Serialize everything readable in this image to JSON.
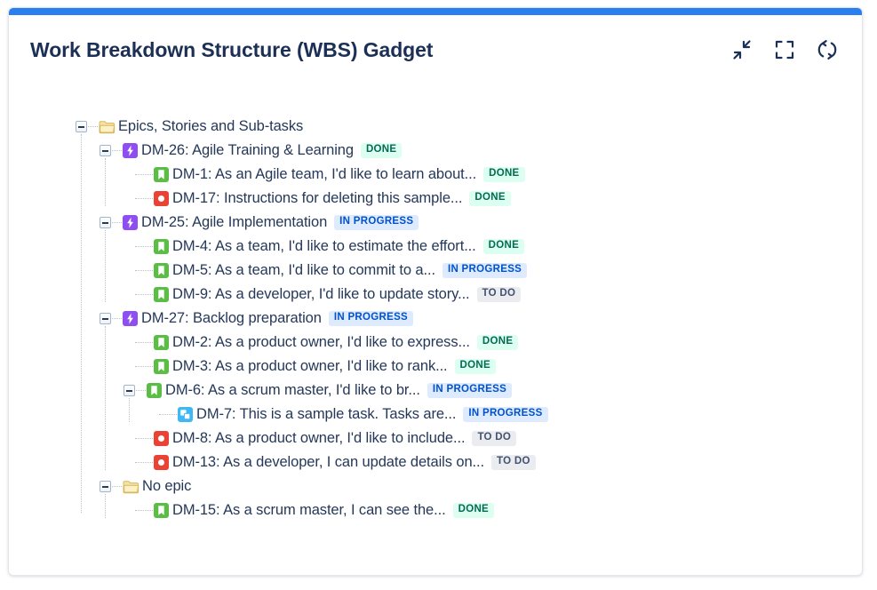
{
  "card": {
    "accent_color": "#2a7ef0",
    "title": "Work Breakdown Structure (WBS) Gadget",
    "actions": [
      {
        "name": "collapse-icon",
        "label": "Collapse"
      },
      {
        "name": "fullscreen-icon",
        "label": "Fullscreen"
      },
      {
        "name": "refresh-icon",
        "label": "Refresh"
      }
    ]
  },
  "status_colors": {
    "done_bg": "#dcfff1",
    "done_text": "#036b52",
    "in_progress_bg": "#deebff",
    "in_progress_text": "#0052cc",
    "to_do_bg": "#ebecf0",
    "to_do_text": "#42526e"
  },
  "type_colors": {
    "epic": "#8f4ef0",
    "story": "#5bbd45",
    "bug": "#ea4335",
    "subtask": "#3db8f5",
    "folder": "#f2d98c"
  },
  "tree": {
    "rows": [
      {
        "key": "",
        "label": "Epics, Stories and Sub-tasks",
        "text": "Epics, Stories and Sub-tasks",
        "icon": "folder-icon",
        "type": "folder",
        "depth": 0,
        "toggle": "minus",
        "status": ""
      },
      {
        "key": "DM-26",
        "label": "Agile Training & Learning",
        "text": "DM-26: Agile Training & Learning",
        "icon": "epic-icon",
        "type": "epic",
        "depth": 1,
        "toggle": "minus",
        "status": "DONE",
        "status_class": "badge-done"
      },
      {
        "key": "DM-1",
        "label": "As an Agile team, I'd like to learn about...",
        "text": "DM-1: As an Agile team, I'd like to learn about...",
        "icon": "story-icon",
        "type": "story",
        "depth": 2,
        "toggle": "none",
        "status": "DONE",
        "status_class": "badge-done"
      },
      {
        "key": "DM-17",
        "label": "Instructions for deleting this sample...",
        "text": "DM-17: Instructions for deleting this sample...",
        "icon": "bug-icon",
        "type": "bug",
        "depth": 2,
        "toggle": "none",
        "status": "DONE",
        "status_class": "badge-done"
      },
      {
        "key": "DM-25",
        "label": "Agile Implementation",
        "text": "DM-25: Agile Implementation",
        "icon": "epic-icon",
        "type": "epic",
        "depth": 1,
        "toggle": "minus",
        "status": "IN PROGRESS",
        "status_class": "badge-inprogress"
      },
      {
        "key": "DM-4",
        "label": "As a team, I'd like to estimate the effort...",
        "text": "DM-4: As a team, I'd like to estimate the effort...",
        "icon": "story-icon",
        "type": "story",
        "depth": 2,
        "toggle": "none",
        "status": "DONE",
        "status_class": "badge-done"
      },
      {
        "key": "DM-5",
        "label": "As a team, I'd like to commit to a...",
        "text": "DM-5: As a team, I'd like to commit to a...",
        "icon": "story-icon",
        "type": "story",
        "depth": 2,
        "toggle": "none",
        "status": "IN PROGRESS",
        "status_class": "badge-inprogress"
      },
      {
        "key": "DM-9",
        "label": "As a developer, I'd like to update story...",
        "text": "DM-9: As a developer, I'd like to update story...",
        "icon": "story-icon",
        "type": "story",
        "depth": 2,
        "toggle": "none",
        "status": "TO DO",
        "status_class": "badge-todo"
      },
      {
        "key": "DM-27",
        "label": "Backlog preparation",
        "text": "DM-27: Backlog preparation",
        "icon": "epic-icon",
        "type": "epic",
        "depth": 1,
        "toggle": "minus",
        "status": "IN PROGRESS",
        "status_class": "badge-inprogress"
      },
      {
        "key": "DM-2",
        "label": "As a product owner, I'd like to express...",
        "text": "DM-2: As a product owner, I'd like to express...",
        "icon": "story-icon",
        "type": "story",
        "depth": 2,
        "toggle": "none",
        "status": "DONE",
        "status_class": "badge-done"
      },
      {
        "key": "DM-3",
        "label": "As a product owner, I'd like to rank...",
        "text": "DM-3: As a product owner, I'd like to rank...",
        "icon": "story-icon",
        "type": "story",
        "depth": 2,
        "toggle": "none",
        "status": "DONE",
        "status_class": "badge-done"
      },
      {
        "key": "DM-6",
        "label": "As a scrum master, I'd like to br...",
        "text": "DM-6: As a scrum master, I'd like to br...",
        "icon": "story-icon",
        "type": "story",
        "depth": 2,
        "toggle": "minus",
        "status": "IN PROGRESS",
        "status_class": "badge-inprogress"
      },
      {
        "key": "DM-7",
        "label": "This is a sample task. Tasks are...",
        "text": "DM-7: This is a sample task. Tasks are...",
        "icon": "subtask-icon",
        "type": "subtask",
        "depth": 3,
        "toggle": "none",
        "status": "IN PROGRESS",
        "status_class": "badge-inprogress"
      },
      {
        "key": "DM-8",
        "label": "As a product owner, I'd like to include...",
        "text": "DM-8: As a product owner, I'd like to include...",
        "icon": "bug-icon",
        "type": "bug",
        "depth": 2,
        "toggle": "none",
        "status": "TO DO",
        "status_class": "badge-todo"
      },
      {
        "key": "DM-13",
        "label": "As a developer, I can update details on...",
        "text": "DM-13: As a developer, I can update details on...",
        "icon": "bug-icon",
        "type": "bug",
        "depth": 2,
        "toggle": "none",
        "status": "TO DO",
        "status_class": "badge-todo"
      },
      {
        "key": "",
        "label": "No epic",
        "text": "No epic",
        "icon": "folder-icon",
        "type": "folder",
        "depth": 1,
        "toggle": "minus",
        "status": ""
      },
      {
        "key": "DM-15",
        "label": "As a scrum master, I can see the...",
        "text": "DM-15: As a scrum master, I can see the...",
        "icon": "story-icon",
        "type": "story",
        "depth": 2,
        "toggle": "none",
        "status": "DONE",
        "status_class": "badge-done"
      }
    ]
  }
}
